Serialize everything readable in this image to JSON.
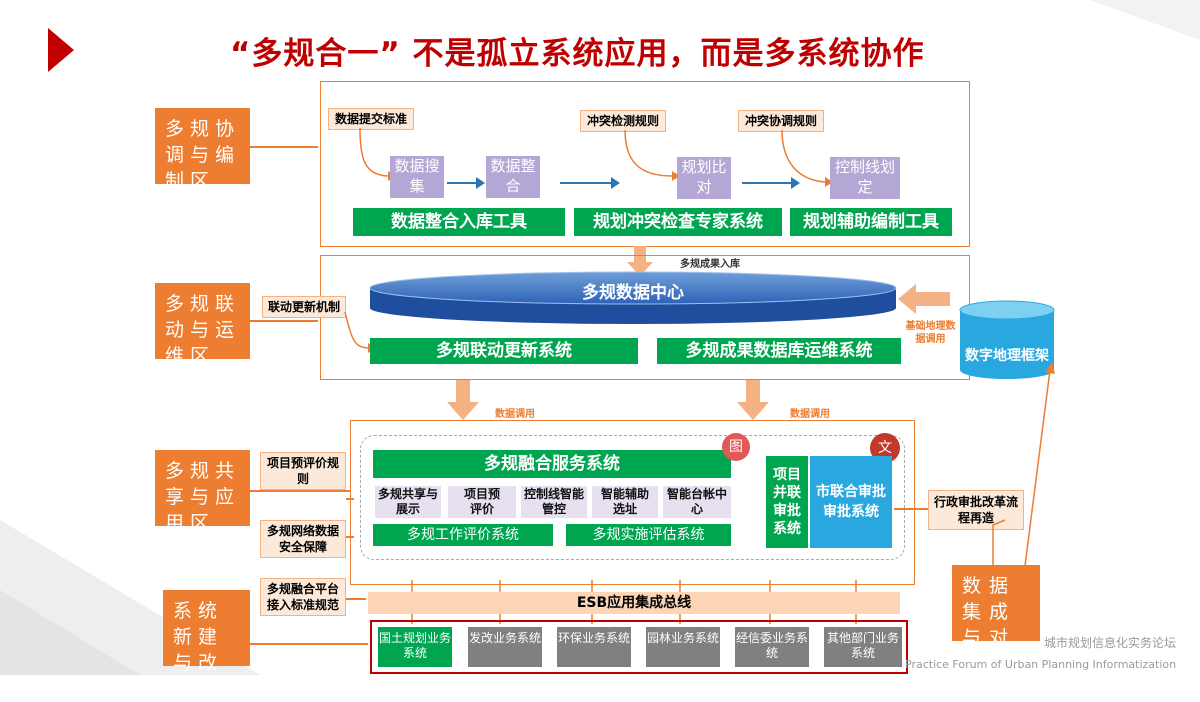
{
  "title": "“多规合一” 不是孤立系统应用，而是多系统协作",
  "zones": {
    "coord": "多规协调与编制区",
    "linkage": "多规联动与运维区",
    "share": "多规共享与应用区",
    "build": "系统新建与改造区",
    "integration": "数据集成与对接区"
  },
  "section1": {
    "tags": [
      "数据提交标准",
      "冲突检测规则",
      "冲突协调规则"
    ],
    "steps": [
      "数据搜集",
      "数据整合",
      "规划比对",
      "控制线划定"
    ],
    "tools": [
      "数据整合入库工具",
      "规划冲突检查专家系统",
      "规划辅助编制工具"
    ]
  },
  "section2": {
    "top_note": "多规成果入库",
    "db_center": "多规数据中心",
    "update_tag": "联动更新机制",
    "systems": [
      "多规联动更新系统",
      "多规成果数据库运维系统"
    ],
    "side_note": "基础地理数据调用",
    "geo_frame": "数字地理框架"
  },
  "section3": {
    "call_note": "数据调用",
    "fusion": "多规融合服务系统",
    "badge_map": "图",
    "badge_text": "文",
    "modules": [
      "多规共享与展示",
      "项目预评价",
      "控制线智能管控",
      "智能辅助选址",
      "智能台帐中心"
    ],
    "eval_systems": [
      "多规工作评价系统",
      "多规实施评估系统"
    ],
    "approval_left": "项目并联审批系统",
    "approval_right": "市联合审批审批系统",
    "tags": [
      "项目预评价规则",
      "多规网络数据安全保障",
      "多规融合平台接入标准规范"
    ],
    "reform": "行政审批改革流程再造"
  },
  "section4": {
    "esb": "ESB应用集成总线",
    "systems": [
      "国土规划业务系统",
      "发改业务系统",
      "环保业务系统",
      "园林业务系统",
      "经信委业务系统",
      "其他部门业务系统"
    ]
  },
  "watermark_cn": "城市规划信息化实务论坛",
  "watermark_en": "Practice Forum of Urban Planning Informatization",
  "colors": {
    "accent": "#ed7d31",
    "green": "#00a550",
    "title": "#c00000",
    "blue": "#2e75b6"
  }
}
